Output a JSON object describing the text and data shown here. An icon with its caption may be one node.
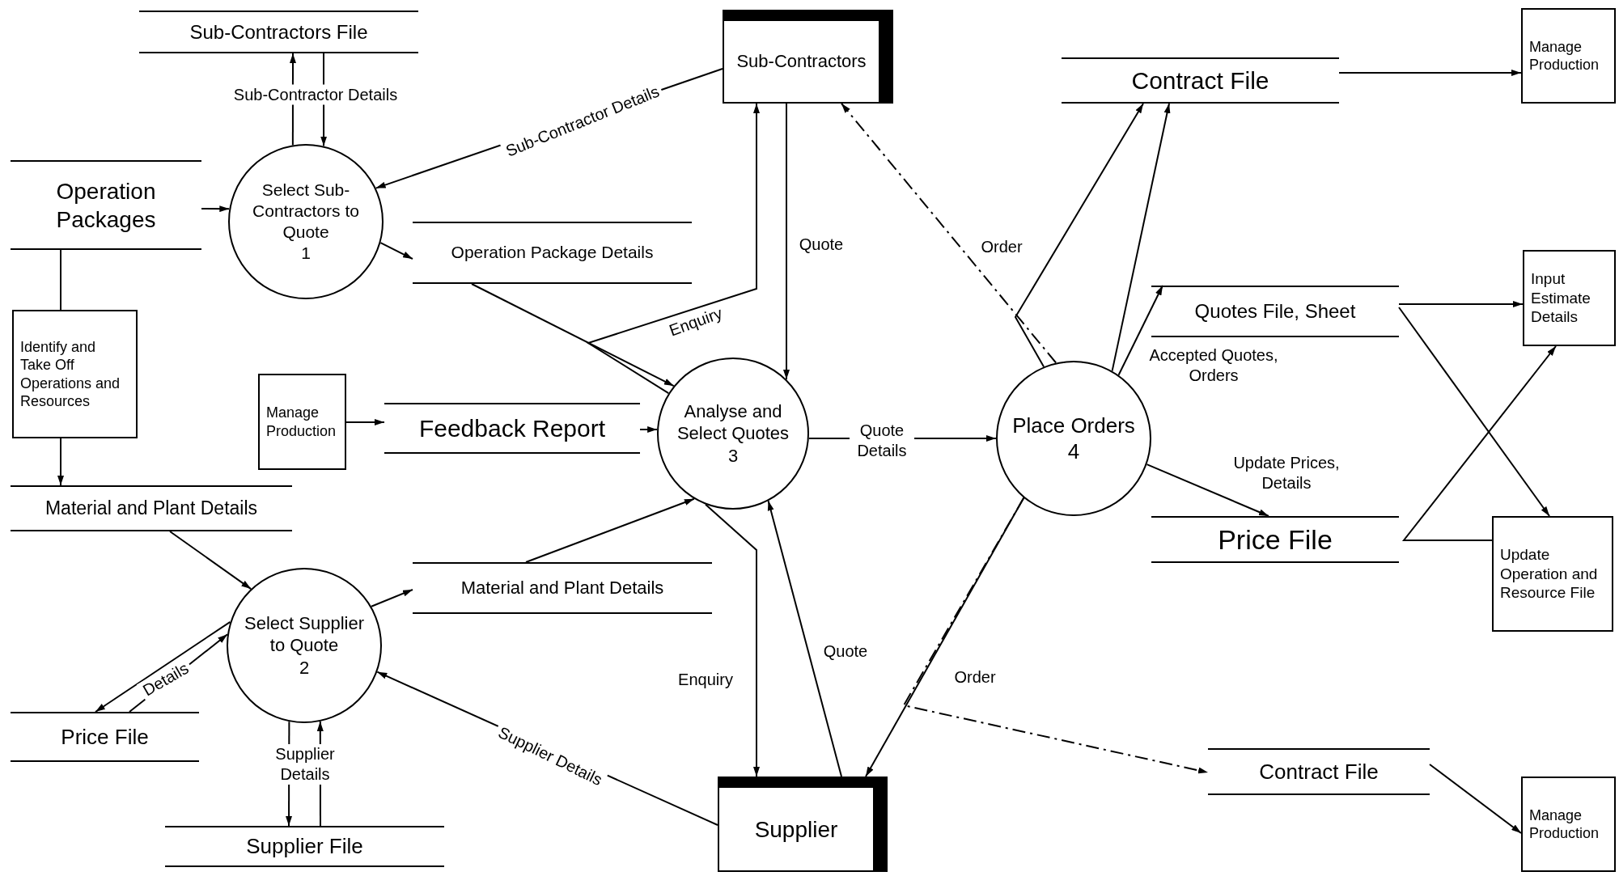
{
  "diagram": {
    "nodes": [
      {
        "text": [
          "Sub-Contractors File"
        ]
      },
      {
        "text": [
          "Sub-Contractors"
        ]
      },
      {
        "text": [
          "Contract File"
        ]
      },
      {
        "text": [
          "Manage Production"
        ]
      },
      {
        "text": [
          "Operation Packages"
        ]
      },
      {
        "text": [
          "Select Sub-Contractors to Quote",
          "1"
        ]
      },
      {
        "text": [
          "Operation Package Details"
        ]
      },
      {
        "text": [
          "Identify and Take Off Operations and Resources"
        ]
      },
      {
        "text": [
          "Manage Production"
        ]
      },
      {
        "text": [
          "Feedback Report"
        ]
      },
      {
        "text": [
          "Analyse and Select Quotes",
          "3"
        ]
      },
      {
        "text": [
          "Place Orders",
          "4"
        ]
      },
      {
        "text": [
          "Quotes File, Sheet"
        ]
      },
      {
        "text": [
          "Input Estimate Details"
        ]
      },
      {
        "text": [
          "Material and Plant Details"
        ]
      },
      {
        "text": [
          "Select Supplier to Quote",
          "2"
        ]
      },
      {
        "text": [
          "Material and Plant Details"
        ]
      },
      {
        "text": [
          "Price File"
        ]
      },
      {
        "text": [
          "Update Operation and Resource File"
        ]
      },
      {
        "text": [
          "Price File"
        ]
      },
      {
        "text": [
          "Supplier File"
        ]
      },
      {
        "text": [
          "Supplier"
        ]
      },
      {
        "text": [
          "Contract File"
        ]
      },
      {
        "text": [
          "Manage Production"
        ]
      }
    ],
    "edges": [
      {
        "from": 5,
        "to": 0,
        "arrow": "to",
        "label": "Sub-Contractor Details"
      },
      {
        "from": 0,
        "to": 5,
        "arrow": "to"
      },
      {
        "from": 1,
        "to": 5,
        "arrow": "to",
        "label": "Sub-Contractor Details"
      },
      {
        "from": 4,
        "to": 5,
        "arrow": "to"
      },
      {
        "from": 5,
        "to": 6,
        "arrow": "to"
      },
      {
        "from": 4,
        "to": 7,
        "arrow": "none"
      },
      {
        "from": 7,
        "to": 14,
        "arrow": "to"
      },
      {
        "from": 6,
        "to": 10,
        "arrow": "to"
      },
      {
        "from": 10,
        "to": 1,
        "arrow": "to",
        "label": "Enquiry"
      },
      {
        "from": 1,
        "to": 10,
        "arrow": "to",
        "label": "Quote"
      },
      {
        "from": 8,
        "to": 9,
        "arrow": "to"
      },
      {
        "from": 9,
        "to": 10,
        "arrow": "to"
      },
      {
        "from": 10,
        "to": 11,
        "arrow": "to",
        "label": "Quote Details"
      },
      {
        "from": 11,
        "to": 1,
        "arrow": "to",
        "style": "dashed"
      },
      {
        "from": 11,
        "to": 2,
        "arrow": "to",
        "label": "Order"
      },
      {
        "from": 11,
        "to": 2,
        "arrow": "to"
      },
      {
        "from": 11,
        "to": 12,
        "arrow": "to",
        "label": "Accepted Quotes, Orders"
      },
      {
        "from": 11,
        "to": 17,
        "arrow": "to",
        "label": "Update Prices, Details"
      },
      {
        "from": 2,
        "to": 3,
        "arrow": "to"
      },
      {
        "from": 12,
        "to": 13,
        "arrow": "to"
      },
      {
        "from": 12,
        "to": 18,
        "arrow": "to"
      },
      {
        "from": 18,
        "to": 13,
        "arrow": "to"
      },
      {
        "from": 14,
        "to": 15,
        "arrow": "to"
      },
      {
        "from": 15,
        "to": 16,
        "arrow": "to"
      },
      {
        "from": 16,
        "to": 10,
        "arrow": "to"
      },
      {
        "from": 10,
        "to": 21,
        "arrow": "to",
        "label": "Enquiry"
      },
      {
        "from": 21,
        "to": 10,
        "arrow": "to",
        "label": "Quote"
      },
      {
        "from": 11,
        "to": 21,
        "arrow": "to",
        "label": "Order"
      },
      {
        "from": 11,
        "to": 22,
        "arrow": "to",
        "style": "dashed"
      },
      {
        "from": 22,
        "to": 23,
        "arrow": "to"
      },
      {
        "from": 15,
        "to": 19,
        "arrow": "to"
      },
      {
        "from": 19,
        "to": 15,
        "arrow": "to",
        "label": "Details"
      },
      {
        "from": 15,
        "to": 20,
        "arrow": "to"
      },
      {
        "from": 20,
        "to": 15,
        "arrow": "to",
        "label": "Supplier Details"
      },
      {
        "from": 21,
        "to": 15,
        "arrow": "to",
        "label": "Supplier Details"
      }
    ]
  }
}
